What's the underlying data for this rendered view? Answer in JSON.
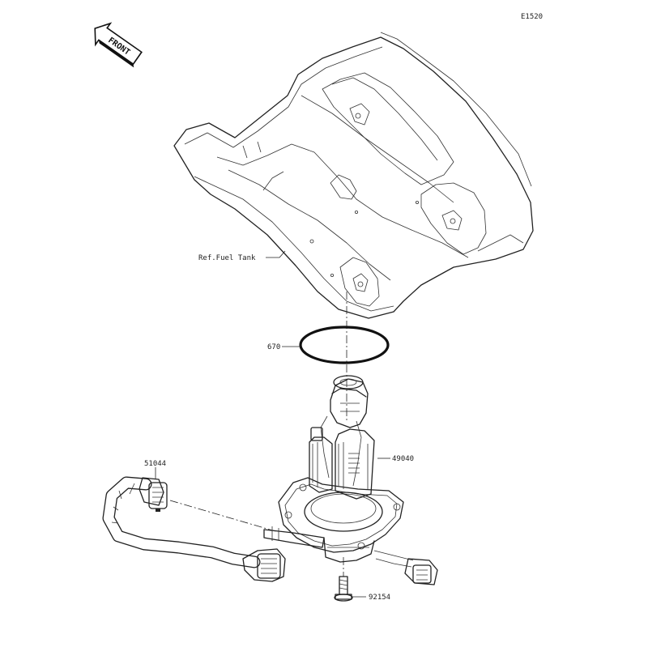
{
  "diagram_code": "E1520",
  "front_indicator": "FRONT",
  "labels": {
    "fuel_tank": "Ref.Fuel Tank",
    "o_ring": "670",
    "fuel_pump": "49040",
    "fuel_hose": "51044",
    "bolt": "92154"
  },
  "icons": [
    "front-arrow-icon"
  ]
}
